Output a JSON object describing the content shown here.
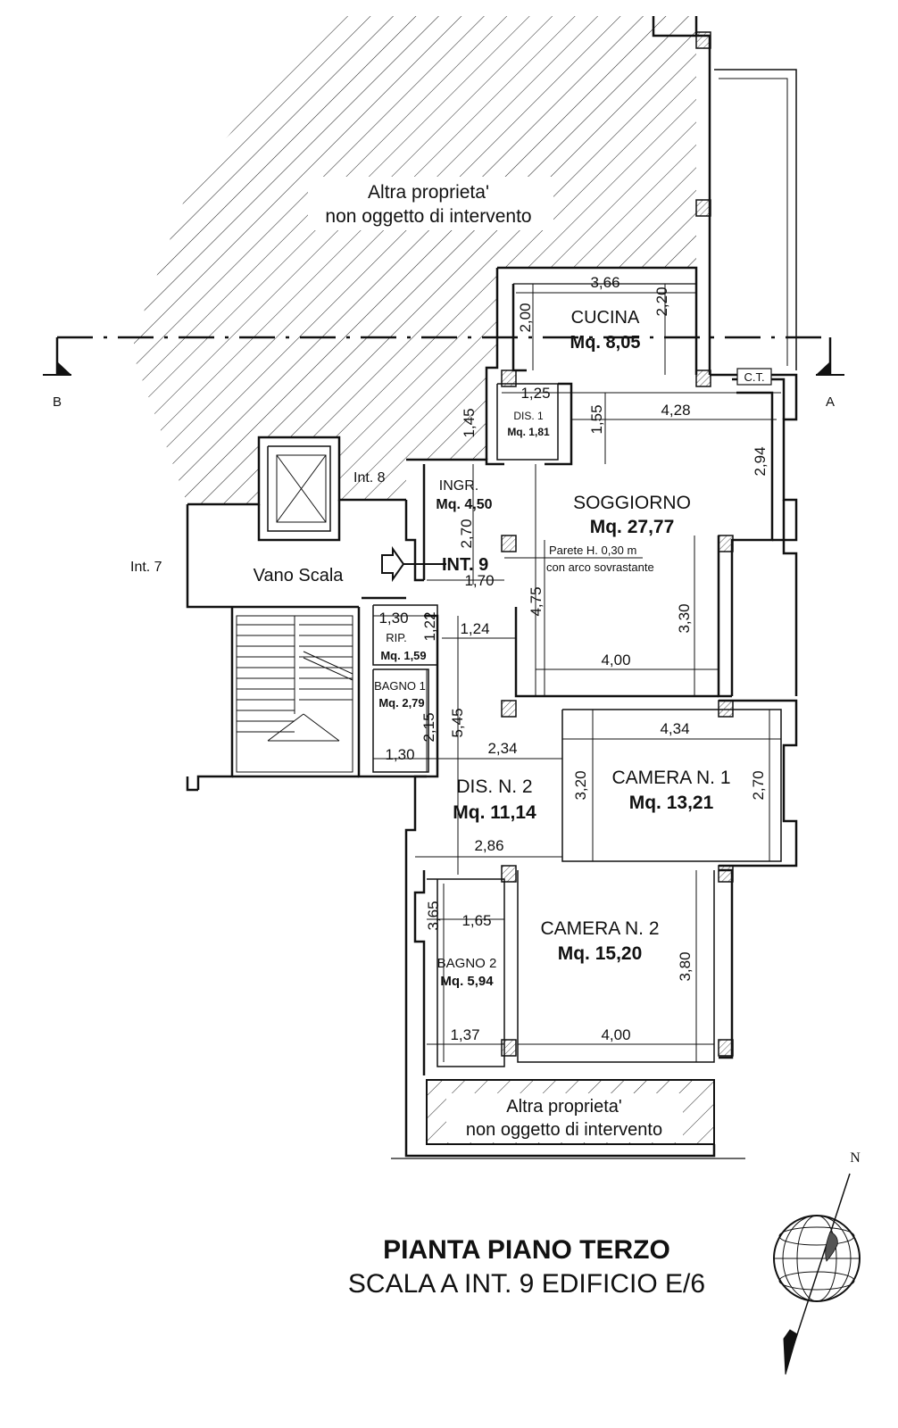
{
  "plan": {
    "external_property_top": [
      "Altra proprieta'",
      "non oggetto di intervento"
    ],
    "external_property_bottom": [
      "Altra proprieta'",
      "non oggetto di intervento"
    ],
    "section_left": "B",
    "section_right": "A",
    "ct_label": "C.T.",
    "north_label": "N",
    "int7": "Int. 7",
    "int8": "Int. 8",
    "int9": "INT. 9",
    "stair_label": "Vano Scala",
    "partition_note": [
      "Parete H. 0,30 m",
      "con arco sovrastante"
    ],
    "rooms": {
      "cucina": {
        "name": "CUCINA",
        "area": "Mq. 8,05"
      },
      "dis1": {
        "name": "DIS. 1",
        "area": "Mq. 1,81"
      },
      "ingr": {
        "name": "INGR.",
        "area": "Mq. 4,50"
      },
      "soggiorno": {
        "name": "SOGGIORNO",
        "area": "Mq. 27,77"
      },
      "rip": {
        "name": "RIP.",
        "area": "Mq. 1,59"
      },
      "bagno1": {
        "name": "BAGNO 1",
        "area": "Mq. 2,79"
      },
      "dis2": {
        "name": "DIS. N. 2",
        "area": "Mq. 11,14"
      },
      "camera1": {
        "name": "CAMERA N. 1",
        "area": "Mq. 13,21"
      },
      "camera2": {
        "name": "CAMERA N. 2",
        "area": "Mq. 15,20"
      },
      "bagno2": {
        "name": "BAGNO 2",
        "area": "Mq. 5,94"
      }
    },
    "dims": {
      "cucina_w": "3,66",
      "cucina_h1": "2,20",
      "cucina_h2": "2,00",
      "dis1_w": "1,25",
      "dis1_h": "1,45",
      "sog_w1": "4,28",
      "sog_h1": "1,55",
      "sog_h2": "2,94",
      "ingr_h": "2,70",
      "ingr_w": "1,70",
      "sog_h3": "4,75",
      "sog_h4": "3,30",
      "sog_w2": "4,00",
      "rip_w": "1,30",
      "rip_h": "1,22",
      "rip_w2": "1,24",
      "b1_h": "2,15",
      "b1_w": "1,30",
      "dis2_h": "5,45",
      "dis2_w1": "2,34",
      "dis2_w2": "2,86",
      "cam1_w": "4,34",
      "cam1_h1": "3,20",
      "cam1_h2": "2,70",
      "b2_h": "3,65",
      "b2_w1": "1,65",
      "b2_w2": "1,37",
      "cam2_w": "4,00",
      "cam2_h": "3,80"
    }
  },
  "title": {
    "main": "PIANTA PIANO TERZO",
    "sub": "SCALA A INT. 9 EDIFICIO E/6"
  }
}
